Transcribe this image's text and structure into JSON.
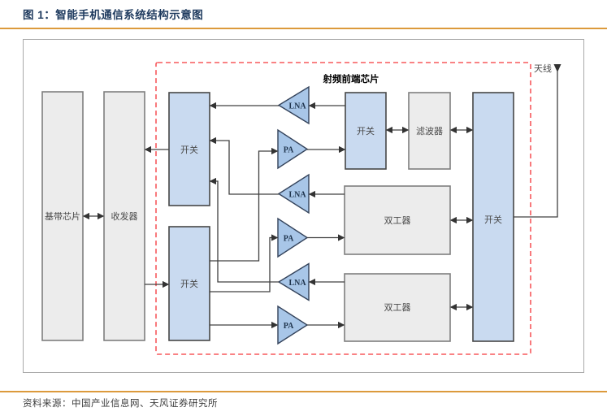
{
  "header": {
    "title": "图 1：智能手机通信系统结构示意图"
  },
  "footer": {
    "source": "资料来源：中国产业信息网、天风证券研究所"
  },
  "diagram": {
    "rf_front_end_label": "射频前端芯片",
    "antenna_label": "天线",
    "blocks": {
      "baseband": "基带芯片",
      "transceiver": "收发器",
      "switch1": "开关",
      "switch2": "开关",
      "switch3": "开关",
      "switch4": "开关",
      "filter": "滤波器",
      "duplexer1": "双工器",
      "duplexer2": "双工器",
      "lna1": "LNA",
      "lna2": "LNA",
      "lna3": "LNA",
      "pa1": "PA",
      "pa2": "PA",
      "pa3": "PA"
    },
    "colors": {
      "accent_orange": "#dc9a3c",
      "title_navy": "#1e3a5e",
      "block_blue_fill": "#c9daf0",
      "block_gray_fill": "#ececec",
      "dashed_red": "#f7585c",
      "wire": "#404040"
    }
  }
}
